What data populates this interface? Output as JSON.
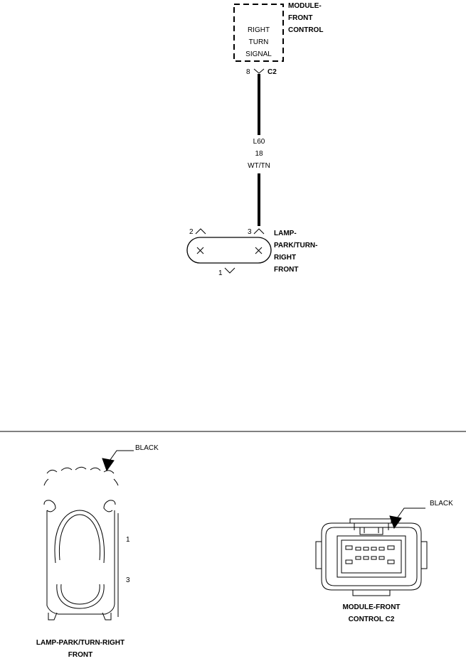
{
  "module": {
    "name_lines": [
      "MODULE-",
      "FRONT",
      "CONTROL"
    ],
    "function_lines": [
      "RIGHT",
      "TURN",
      "SIGNAL"
    ],
    "pin": "8",
    "connector": "C2"
  },
  "wire": {
    "circuit": "L60",
    "gauge": "18",
    "color": "WT/TN"
  },
  "lamp": {
    "name_lines": [
      "LAMP-",
      "PARK/TURN-",
      "RIGHT",
      "FRONT"
    ],
    "pin_top_left": "2",
    "pin_top_right": "3",
    "pin_bottom": "1"
  },
  "views": {
    "lamp_callout": "BLACK",
    "lamp_pin_a": "1",
    "lamp_pin_b": "3",
    "lamp_caption_lines": [
      "LAMP-PARK/TURN-RIGHT",
      "FRONT"
    ],
    "module_callout": "BLACK",
    "module_caption_lines": [
      "MODULE-FRONT",
      "CONTROL C2"
    ]
  }
}
